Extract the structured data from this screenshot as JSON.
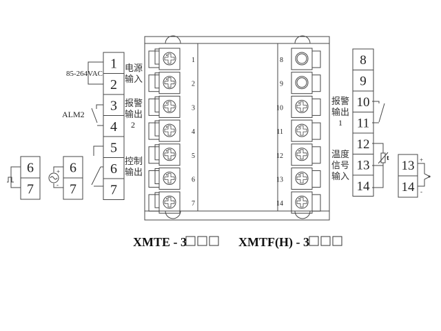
{
  "left_terminal_block": {
    "terminals": [
      "1",
      "2",
      "3",
      "4",
      "5",
      "6",
      "7"
    ]
  },
  "right_terminal_block": {
    "terminals": [
      "8",
      "9",
      "10",
      "11",
      "12",
      "13",
      "14"
    ]
  },
  "left_labels": {
    "power_voltage": "85-264VAC",
    "alarm2": "ALM2",
    "power_input": [
      "电源",
      "输入"
    ],
    "alarm_output_2": [
      "报警",
      "输出",
      "2"
    ],
    "control_output": [
      "控制",
      "输出"
    ]
  },
  "right_labels": {
    "alarm_output_1": [
      "报警",
      "输出",
      "1"
    ],
    "temperature_input": [
      "温度",
      "信号",
      "输入"
    ],
    "rtd_symbol": "t",
    "plus": "+",
    "minus": "-"
  },
  "ssr_blocks": [
    {
      "terminals": [
        "6",
        "7"
      ],
      "type": "pulse"
    },
    {
      "terminals": [
        "6",
        "7"
      ],
      "type": "current",
      "plus": "+",
      "minus": "-"
    }
  ],
  "thermocouple_block": {
    "terminals": [
      "13",
      "14"
    ]
  },
  "device_body": {
    "left_screws": [
      "1",
      "2",
      "3",
      "4",
      "5",
      "6",
      "7"
    ],
    "right_screws": [
      "8",
      "9",
      "10",
      "11",
      "12",
      "13",
      "14"
    ]
  },
  "models": {
    "model_e": "XMTE - 3",
    "model_f": "XMTF(H) - 3",
    "placeholder_boxes": 3
  }
}
